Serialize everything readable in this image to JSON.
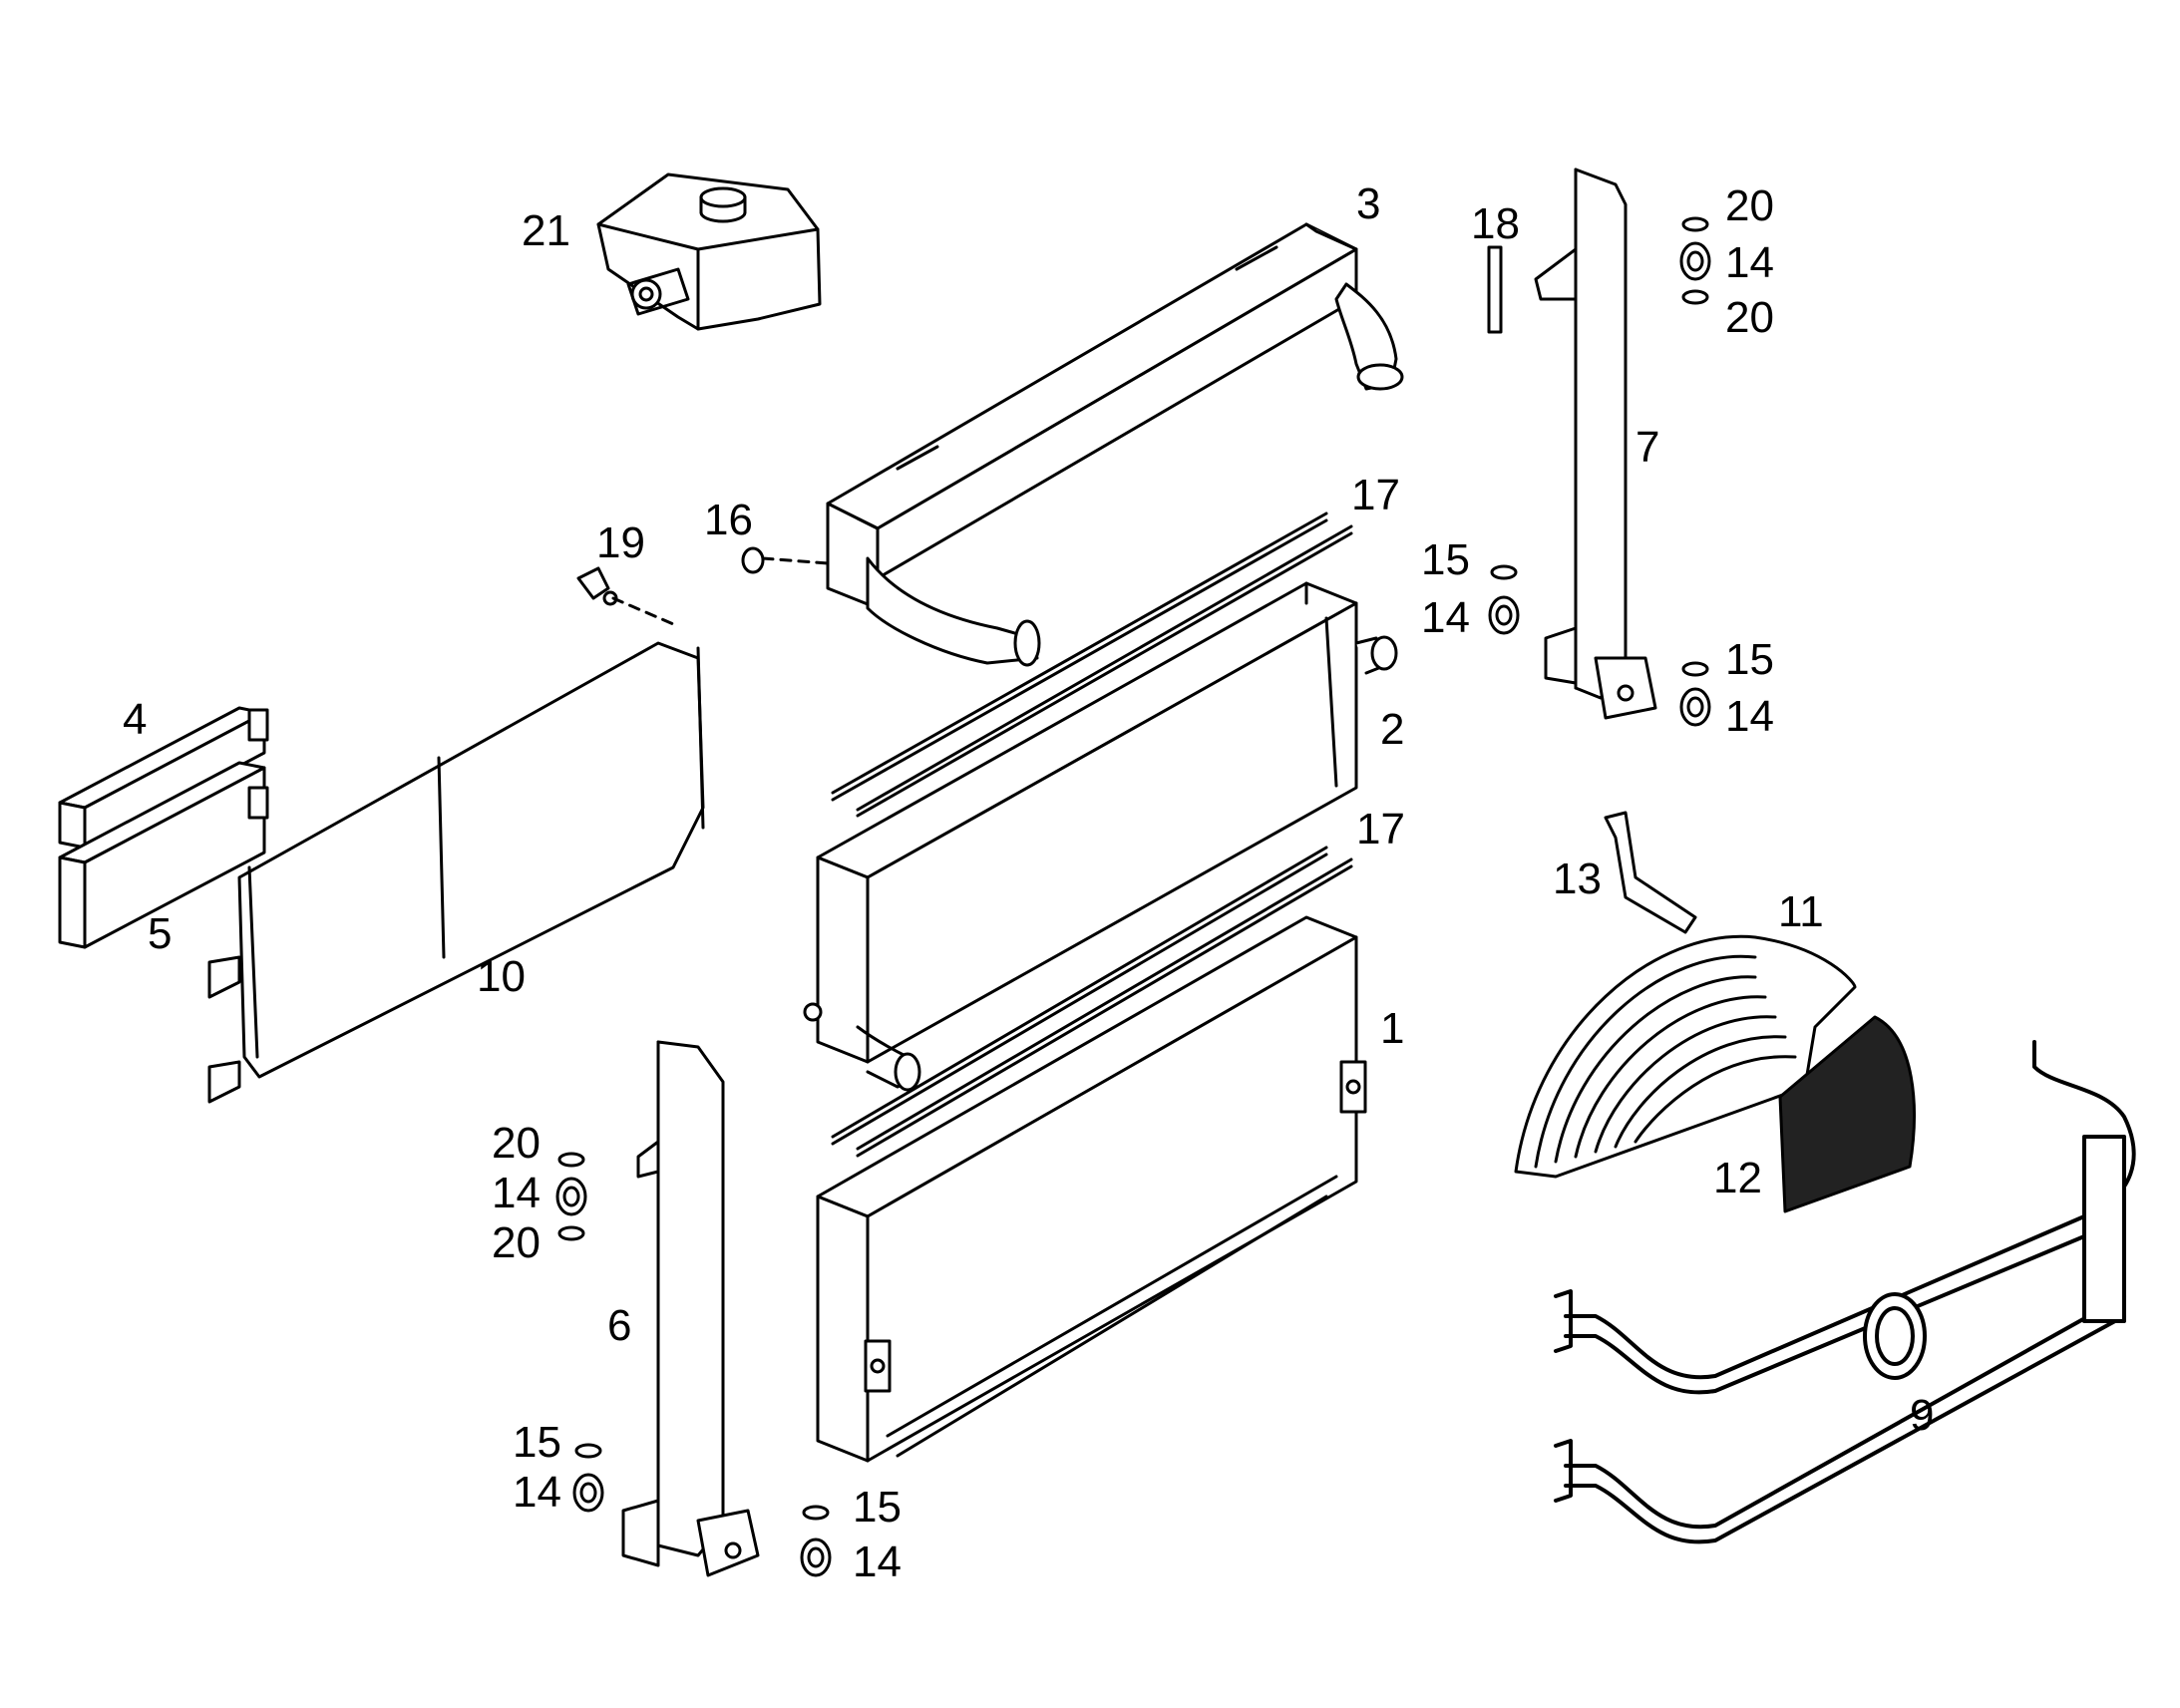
{
  "colors": {
    "line": "#000000",
    "background": "#ffffff",
    "fill": "#ffffff"
  },
  "callouts": [
    {
      "id": "c1",
      "text": "1"
    },
    {
      "id": "c2",
      "text": "2"
    },
    {
      "id": "c3",
      "text": "3"
    },
    {
      "id": "c4",
      "text": "4"
    },
    {
      "id": "c5",
      "text": "5"
    },
    {
      "id": "c6",
      "text": "6"
    },
    {
      "id": "c7",
      "text": "7"
    },
    {
      "id": "c9",
      "text": "9"
    },
    {
      "id": "c10",
      "text": "10"
    },
    {
      "id": "c11",
      "text": "11"
    },
    {
      "id": "c12",
      "text": "12"
    },
    {
      "id": "c13",
      "text": "13"
    },
    {
      "id": "c14a",
      "text": "14"
    },
    {
      "id": "c14b",
      "text": "14"
    },
    {
      "id": "c14c",
      "text": "14"
    },
    {
      "id": "c14d",
      "text": "14"
    },
    {
      "id": "c14e",
      "text": "14"
    },
    {
      "id": "c14f",
      "text": "14"
    },
    {
      "id": "c15a",
      "text": "15"
    },
    {
      "id": "c15b",
      "text": "15"
    },
    {
      "id": "c15c",
      "text": "15"
    },
    {
      "id": "c15d",
      "text": "15"
    },
    {
      "id": "c16",
      "text": "16"
    },
    {
      "id": "c17a",
      "text": "17"
    },
    {
      "id": "c17b",
      "text": "17"
    },
    {
      "id": "c18",
      "text": "18"
    },
    {
      "id": "c19",
      "text": "19"
    },
    {
      "id": "c20a",
      "text": "20"
    },
    {
      "id": "c20b",
      "text": "20"
    },
    {
      "id": "c20c",
      "text": "20"
    },
    {
      "id": "c20d",
      "text": "20"
    },
    {
      "id": "c21",
      "text": "21"
    }
  ]
}
